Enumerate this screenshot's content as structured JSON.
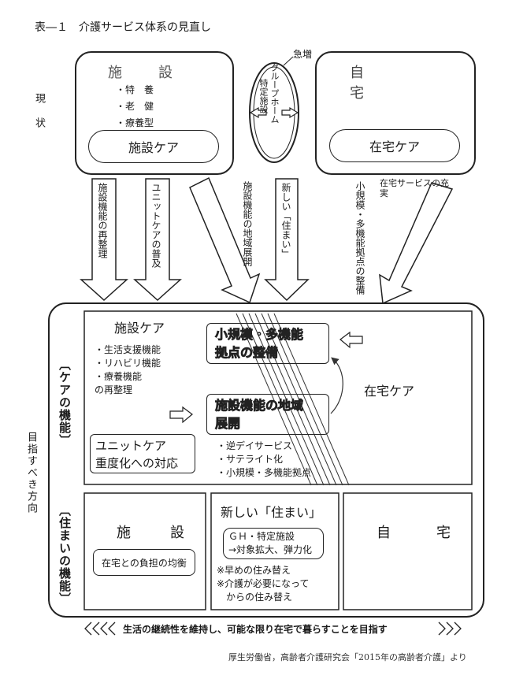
{
  "title": "表―１　介護サービス体系の見直し",
  "side_labels": {
    "current": "現状",
    "aim": "目指すべき方向",
    "care_function": "〔ケアの機能〕",
    "housing_function": "〔住まいの機能〕"
  },
  "top": {
    "facility": {
      "title": "施　設",
      "items": [
        "・特　養",
        "・老　健",
        "・療養型"
      ],
      "care": "施設ケア"
    },
    "group_home": {
      "surge": "急増",
      "label_col1": "グループホーム",
      "label_col2": "特定施設"
    },
    "home": {
      "title": "自　宅",
      "care": "在宅ケア"
    }
  },
  "arrows": {
    "a1": "施設機能の再整理",
    "a2": "ユニットケアの普及",
    "a4": "施設機能の地域展開",
    "a5": "新しい「住まい」",
    "a6": "小規模・多機能拠点の整備",
    "a7": "在宅サービスの充実"
  },
  "care": {
    "facility_care": "施設ケア",
    "items": [
      "・生活支援機能",
      "・リハビリ機能",
      "・療養機能",
      "の再整理"
    ],
    "unit_care_line1": "ユニットケア",
    "unit_care_line2": "重度化への対応",
    "small_multi_line1": "小規模・多機能",
    "small_multi_line2": "拠点の整備",
    "regional_line1": "施設機能の地域",
    "regional_line2": "展開",
    "regional_items": [
      "・逆デイサービス",
      "・サテライト化",
      "・小規模・多機能拠点"
    ],
    "home_care": "在宅ケア"
  },
  "housing": {
    "facility": "施　設",
    "facility_note": "在宅との負担の均衡",
    "new_housing": "新しい「住まい」",
    "gh_line1": "ＧＨ・特定施設",
    "gh_line2": "→対象拡大、弾力化",
    "notes": [
      "※早めの住み替え",
      "※介護が必要になって",
      "　からの住み替え"
    ],
    "home": "自　宅"
  },
  "bottom_banner": "生活の継続性を維持し、可能な限り在宅で暮らすことを目指す",
  "source": "厚生労働省，高齢者介護研究会「2015年の高齢者介護」より"
}
